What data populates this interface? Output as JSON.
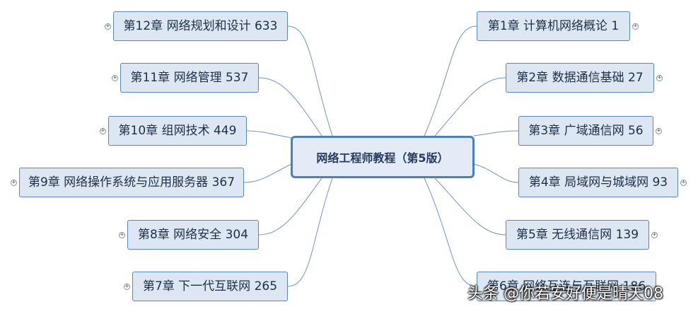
{
  "root": {
    "label": "网络工程师教程（第5版）"
  },
  "chapters": {
    "ch1": {
      "label": "第1章  计算机网络概论 1"
    },
    "ch2": {
      "label": "第2章  数据通信基础 27"
    },
    "ch3": {
      "label": "第3章  广域通信网 56"
    },
    "ch4": {
      "label": "第4章  局域网与城域网 93"
    },
    "ch5": {
      "label": "第5章  无线通信网 139"
    },
    "ch6": {
      "label": "第6章  网络互连与互联网 186"
    },
    "ch7": {
      "label": "第7章  下一代互联网 265"
    },
    "ch8": {
      "label": "第8章  网络安全 304"
    },
    "ch9": {
      "label": "第9章  网络操作系统与应用服务器 367"
    },
    "ch10": {
      "label": "第10章  组网技术 449"
    },
    "ch11": {
      "label": "第11章  网络管理 537"
    },
    "ch12": {
      "label": "第12章  网络规划和设计 633"
    }
  },
  "expand_symbol": "+",
  "watermark": "头条 @你若安好便是晴天08",
  "colors": {
    "node_fill": "#dde7f3",
    "node_border": "#5b86b8",
    "root_border": "#4b7fc0",
    "connector": "#6f94c2"
  }
}
